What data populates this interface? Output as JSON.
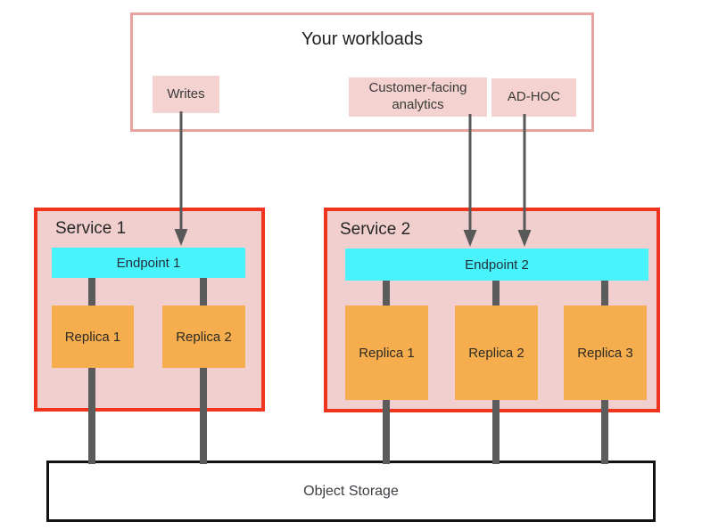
{
  "workloads": {
    "title": "Your workloads",
    "items": [
      {
        "label": "Writes"
      },
      {
        "label": "Customer-facing analytics"
      },
      {
        "label": "AD-HOC"
      }
    ]
  },
  "services": [
    {
      "name": "Service 1",
      "endpoint": "Endpoint 1",
      "replicas": [
        "Replica 1",
        "Replica 2"
      ]
    },
    {
      "name": "Service 2",
      "endpoint": "Endpoint 2",
      "replicas": [
        "Replica 1",
        "Replica 2",
        "Replica 3"
      ]
    }
  ],
  "storage": {
    "label": "Object Storage"
  },
  "colors": {
    "workloads_border": "#e8a39e",
    "chip_fill": "#f4d2d0",
    "service_border": "#f0351f",
    "service_fill": "#f2cfcf",
    "endpoint_fill": "#48f3fc",
    "replica_fill": "#f5ad4e",
    "connector_gray": "#5c5c5c",
    "arrow_gray": "#595959",
    "storage_border": "#121212"
  }
}
